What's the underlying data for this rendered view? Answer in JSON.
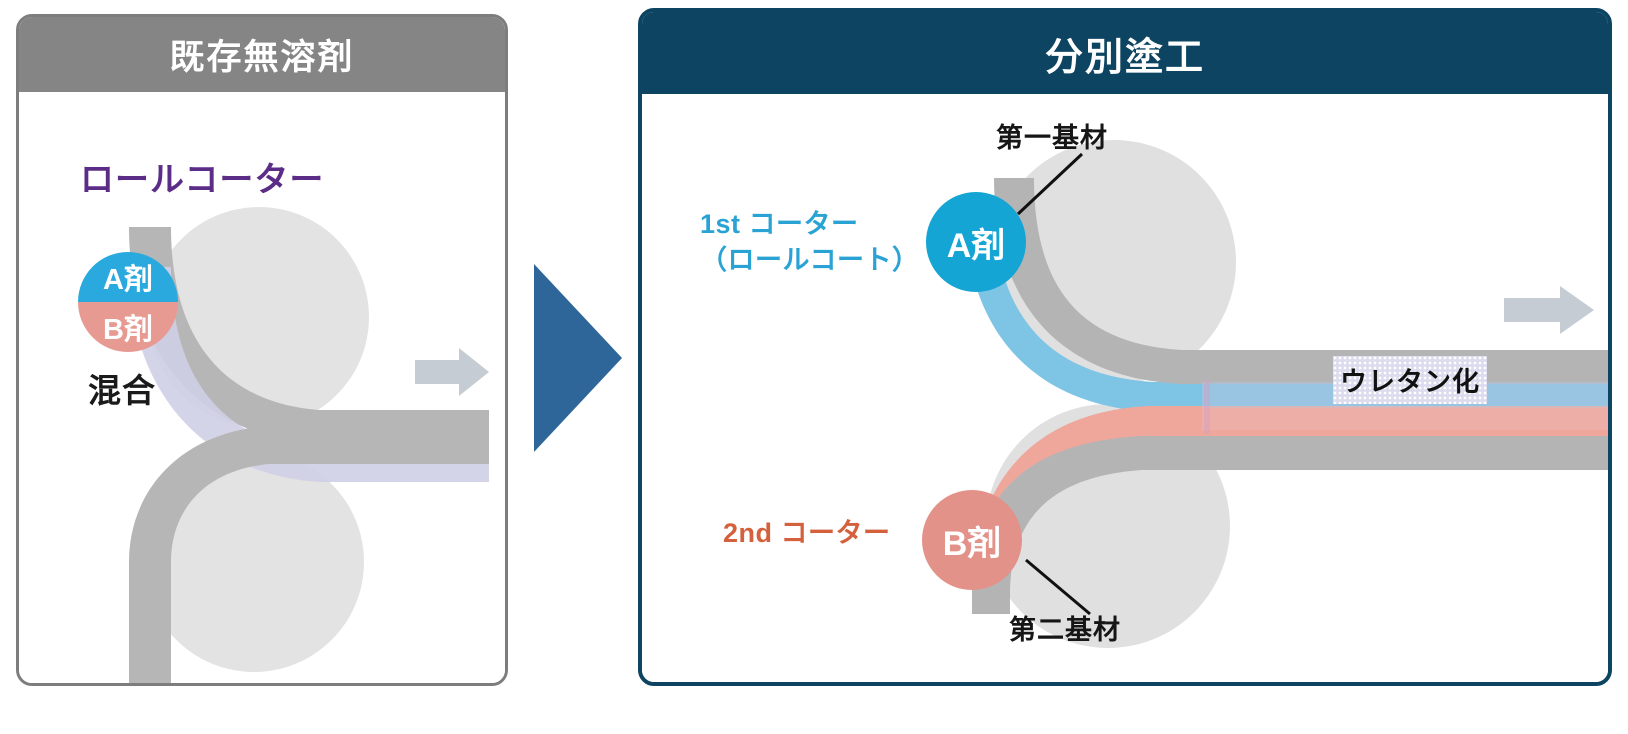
{
  "diagram": {
    "title_left": "既存無溶剤",
    "title_right": "分別塗工"
  },
  "left_panel": {
    "header": "既存無溶剤",
    "header_bg": "#858585",
    "border_color": "#7d7d7d",
    "labels": {
      "roll_coater": "ロールコーター",
      "mix": "混合"
    },
    "badge": {
      "agent_a": "A剤",
      "agent_b": "B剤",
      "color_a": "#29a9dd",
      "color_b": "#e79a91"
    },
    "roller_color": "#e2e2e2",
    "substrate_color": "#b4b4b4",
    "coating_color": "#cfcfe4",
    "flow_arrow": "flow-arrow-right"
  },
  "center": {
    "transition_arrow": "transition-arrow-right",
    "arrow_color": "#2e6699"
  },
  "right_panel": {
    "header": "分別塗工",
    "header_bg": "#0d4461",
    "border_color": "#0d4461",
    "labels": {
      "first_coater_line1": "1st コーター",
      "first_coater_line2": "（ロールコート）",
      "second_coater": "2nd コーター",
      "first_substrate": "第一基材",
      "second_substrate": "第二基材",
      "urethane": "ウレタン化"
    },
    "badges": {
      "agent_a": "A剤",
      "agent_b": "B剤",
      "color_a": "#14a5d4",
      "color_b": "#e29289"
    },
    "colors": {
      "first_coater_text": "#2aa3d4",
      "second_coater_text": "#d4603c",
      "roller": "#e0e0e0",
      "substrate": "#b4b4b4",
      "coating_a": "#7ec4e4",
      "coating_b": "#efa79c",
      "urethane_bg": "#dcdcee"
    },
    "flow_arrow": "flow-arrow-right"
  }
}
